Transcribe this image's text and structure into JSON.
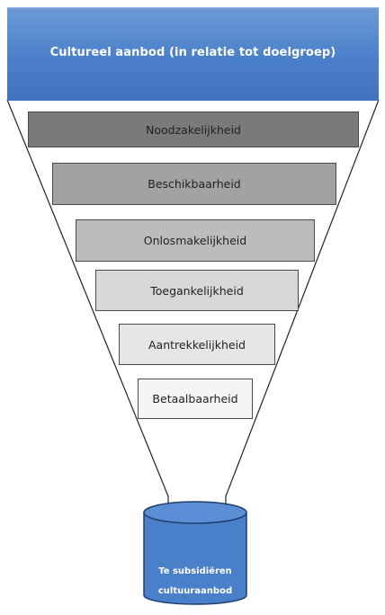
{
  "header": {
    "title": "Cultureel aanbod (in relatie tot doelgroep)"
  },
  "levels": [
    {
      "label": "Noodzakelijkheid",
      "fill": "#7a7a7a"
    },
    {
      "label": "Beschikbaarheid",
      "fill": "#a2a2a2"
    },
    {
      "label": "Onlosmakelijkheid",
      "fill": "#bcbcbc"
    },
    {
      "label": "Toegankelijkheid",
      "fill": "#d7d7d7"
    },
    {
      "label": "Aantrekkelijkheid",
      "fill": "#e6e6e6"
    },
    {
      "label": "Betaalbaarheid",
      "fill": "#f4f4f4"
    }
  ],
  "result": {
    "line1": "Te subsidiëren",
    "line2": "cultuuraanbod"
  },
  "colors": {
    "header": "#4a7fc9",
    "cylinder": "#4a7fc9"
  }
}
